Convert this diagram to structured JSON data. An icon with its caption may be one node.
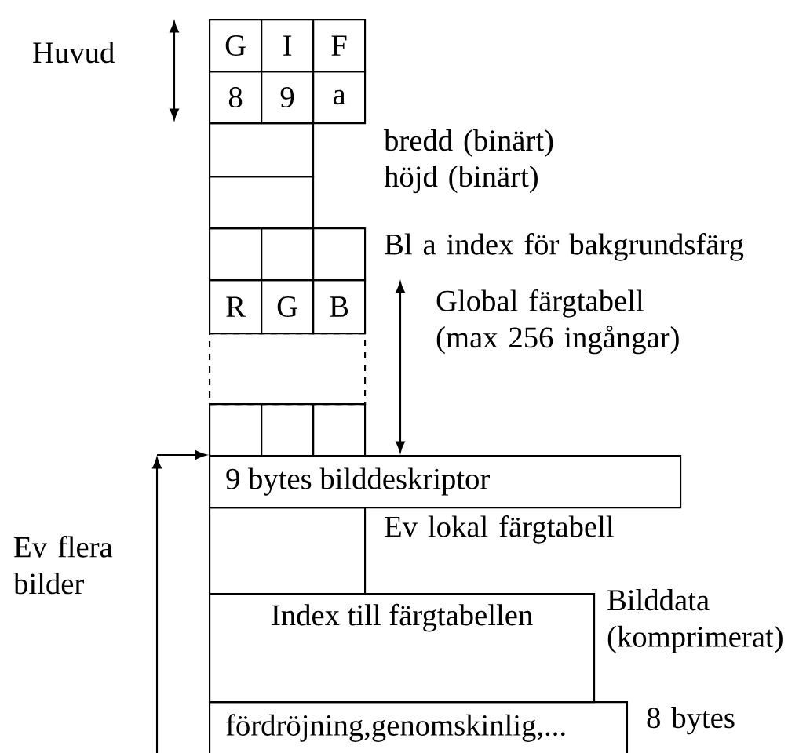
{
  "diagram": {
    "nodes": [
      {
        "text": [
          "G"
        ]
      },
      {
        "text": [
          "I"
        ]
      },
      {
        "text": [
          "F"
        ]
      },
      {
        "text": [
          "8"
        ]
      },
      {
        "text": [
          "9"
        ]
      },
      {
        "text": [
          "a"
        ]
      },
      {
        "text": [],
        "shape": "box"
      },
      {
        "text": [],
        "shape": "box"
      },
      {
        "text": [],
        "shape": "box"
      },
      {
        "text": [],
        "shape": "box"
      },
      {
        "text": [],
        "shape": "box",
        "beside": [
          "Bl a index för bakgrundsfärg"
        ]
      },
      {
        "text": [
          "R"
        ]
      },
      {
        "text": [
          "G"
        ]
      },
      {
        "text": [
          "B"
        ]
      },
      {
        "text": [],
        "shape": "box"
      },
      {
        "text": [],
        "shape": "box"
      },
      {
        "text": [],
        "shape": "box"
      },
      {
        "text": [],
        "shape": "box"
      },
      {
        "text": [
          "9 bytes bilddeskriptor"
        ]
      },
      {
        "text": [],
        "shape": "box",
        "beside": [
          "Ev lokal färgtabell"
        ]
      },
      {
        "text": [
          "Index till färgtabellen"
        ],
        "beside": [
          "Bilddata (komprimerat)"
        ]
      },
      {
        "text": [
          "fördröjning,genomskinlig,..."
        ],
        "beside": [
          "8 bytes"
        ]
      }
    ],
    "edges": [
      {
        "from": null,
        "to": 18,
        "arrow": "to",
        "label": "Ev flera bilder"
      }
    ],
    "labels": [
      "Huvud",
      "bredd (binärt)",
      "höjd (binärt)",
      "Global färgtabell (max 256 ingångar)"
    ]
  }
}
